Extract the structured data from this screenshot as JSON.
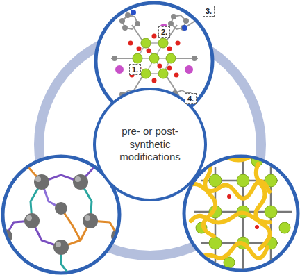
{
  "diagram": {
    "nodes": [
      {
        "text": [
          "pre- or post-synthetic modifications"
        ]
      }
    ],
    "labels": [
      "1.",
      "2.",
      "3.",
      "4."
    ]
  }
}
